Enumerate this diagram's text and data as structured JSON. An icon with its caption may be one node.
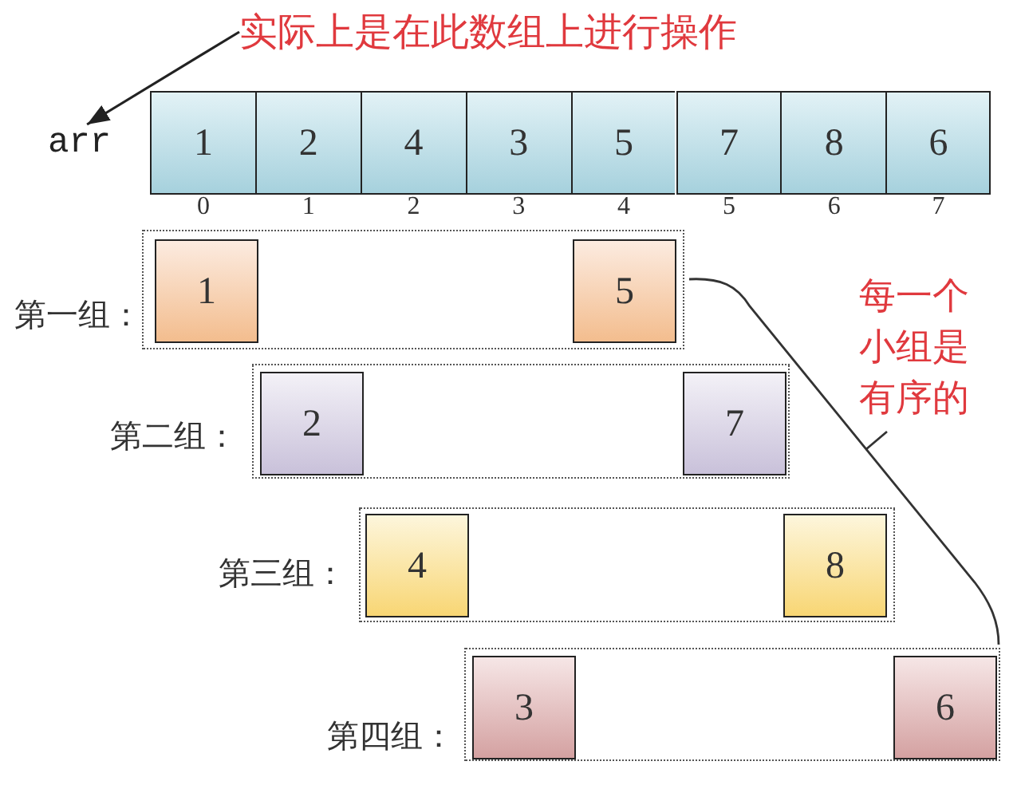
{
  "diagram": {
    "nodes": [
      {
        "text": [
          "实际上是在此数组上进行操作"
        ]
      },
      {
        "text": [
          "arr"
        ]
      },
      {
        "text": [
          "1"
        ],
        "beside": [
          "0"
        ]
      },
      {
        "text": [
          "2"
        ],
        "beside": [
          "1"
        ]
      },
      {
        "text": [
          "4"
        ],
        "beside": [
          "2"
        ]
      },
      {
        "text": [
          "3"
        ],
        "beside": [
          "3"
        ]
      },
      {
        "text": [
          "5"
        ],
        "beside": [
          "4"
        ]
      },
      {
        "text": [
          "7"
        ],
        "beside": [
          "5"
        ]
      },
      {
        "text": [
          "8"
        ],
        "beside": [
          "6"
        ]
      },
      {
        "text": [
          "6"
        ],
        "beside": [
          "7"
        ]
      },
      {
        "text": [
          "第一组："
        ]
      },
      {
        "text": [
          "1"
        ],
        "in": 10
      },
      {
        "text": [
          "5"
        ],
        "in": 10
      },
      {
        "text": [
          "第二组："
        ]
      },
      {
        "text": [
          "2"
        ],
        "in": 13
      },
      {
        "text": [
          "7"
        ],
        "in": 13
      },
      {
        "text": [
          "第三组："
        ]
      },
      {
        "text": [
          "4"
        ],
        "in": 16
      },
      {
        "text": [
          "8"
        ],
        "in": 16
      },
      {
        "text": [
          "第四组："
        ]
      },
      {
        "text": [
          "3"
        ],
        "in": 19
      },
      {
        "text": [
          "6"
        ],
        "in": 19
      }
    ],
    "edges": [
      {
        "from": 0,
        "to": 1,
        "arrow": "to"
      }
    ],
    "labels": [
      "每一个小组是有序的"
    ]
  }
}
